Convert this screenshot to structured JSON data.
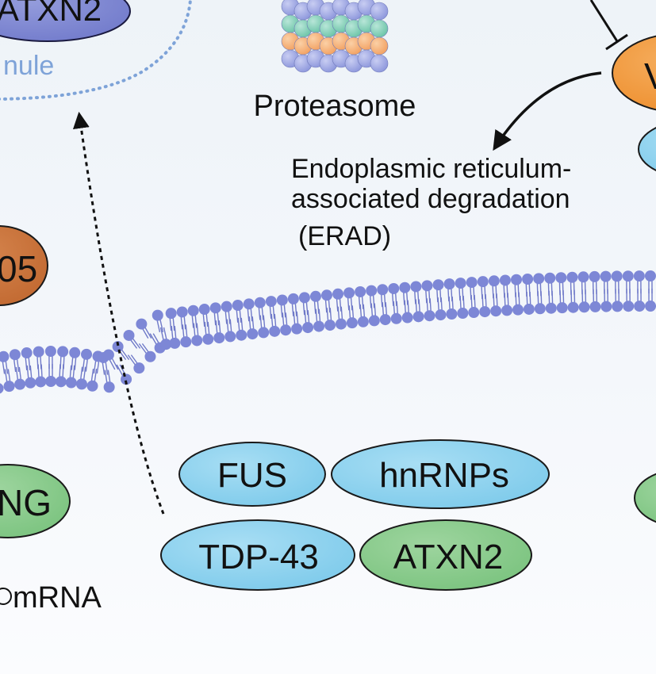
{
  "colors": {
    "background": "#eef3f8",
    "membrane_head": "#7d87d6",
    "membrane_tail": "#6f79c8",
    "blue_protein": "#87d0ee",
    "green_protein": "#88c98c",
    "purple_protein": "#7f88d4",
    "orange_protein": "#f29a3d",
    "brown_protein": "#c9733a",
    "granule_outline": "#7ea3d8",
    "granule_text": "#7ea3d8",
    "arrow": "#111111"
  },
  "granule": {
    "label_fragment": "nule"
  },
  "proteins": {
    "atxn2_top": "ATXN2",
    "partial_left": "05",
    "partial_bottom_left": "NG",
    "partial_right": "V",
    "fus": "FUS",
    "hnrnps": "hnRNPs",
    "tdp43": "TDP-43",
    "atxn2_bottom": "ATXN2"
  },
  "labels": {
    "proteasome": "Proteasome",
    "erad_line1": "Endoplasmic reticulum-",
    "erad_line2": "associated degradation",
    "erad_line3": "(ERAD)",
    "mrna": "mRNA"
  },
  "icons": {
    "proteasome": "proteasome-icon",
    "membrane": "lipid-bilayer-icon",
    "mrna": "mrna-circle-icon"
  }
}
